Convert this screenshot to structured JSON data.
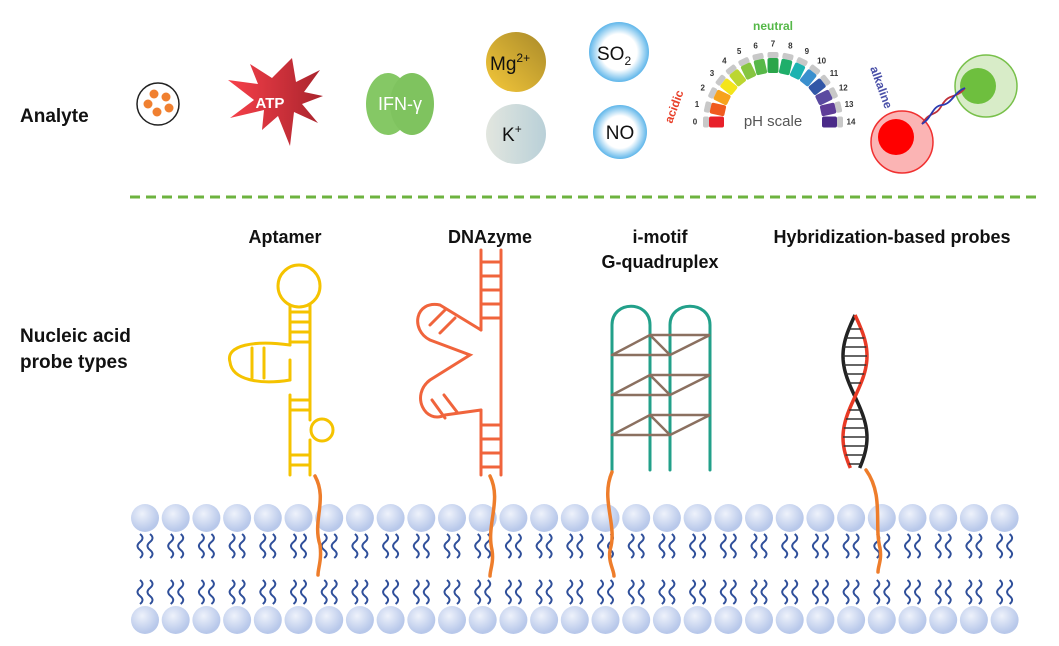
{
  "labels": {
    "analyte": "Analyte",
    "probe_types_line1": "Nucleic acid",
    "probe_types_line2": "probe types"
  },
  "analytes": {
    "atp": "ATP",
    "ifn": "IFN-γ",
    "mg": "Mg",
    "mg_sup": "2+",
    "k": "K",
    "k_sup": "+",
    "so2": "SO",
    "so2_sub": "2",
    "no": "NO",
    "ph": {
      "title": "pH scale",
      "acidic": "acidic",
      "neutral": "neutral",
      "alkaline": "alkaline",
      "values": [
        "0",
        "1",
        "2",
        "3",
        "4",
        "5",
        "6",
        "7",
        "8",
        "9",
        "10",
        "11",
        "12",
        "13",
        "14"
      ],
      "colors": [
        "#e8202a",
        "#f05a1e",
        "#f7a21b",
        "#f4e51a",
        "#bcd630",
        "#86c540",
        "#57b848",
        "#2aa54a",
        "#1fae6a",
        "#1bb3b0",
        "#3a8fce",
        "#3256a6",
        "#5a4aa0",
        "#5e3c98",
        "#4a2a88"
      ]
    }
  },
  "probes": {
    "aptamer": "Aptamer",
    "dnazyme": "DNAzyme",
    "imotif_line1": "i-motif",
    "imotif_line2": "G-quadruplex",
    "hybrid": "Hybridization-based probes"
  },
  "colors": {
    "divider": "#6db33f",
    "aptamer": "#f5c300",
    "dnazyme": "#f0643c",
    "imotif": "#22a08a",
    "quadruplex": "#8b7060",
    "tether": "#ee7d2b",
    "lipid_head": "#c9d6f0",
    "lipid_tail": "#2f4f9a"
  }
}
